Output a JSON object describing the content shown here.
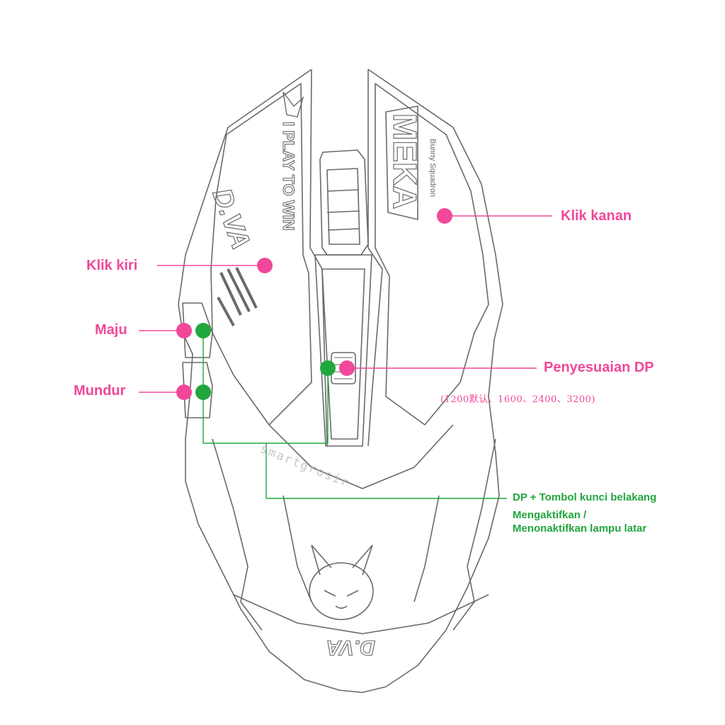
{
  "colors": {
    "pink": "#f1489a",
    "green": "#22a63e",
    "outline": "#6a6a6a"
  },
  "labels": {
    "right_click": "Klik kanan",
    "left_click": "Klik kiri",
    "forward": "Maju",
    "back": "Mundur",
    "dpi_adjust": "Penyesuaian DP",
    "dpi_values": "(1200默认、1600、2400、3200)",
    "backlight_combo": "DP + Tombol kunci belakang",
    "backlight_toggle_line1": "Mengaktifkan /",
    "backlight_toggle_line2": "Menonaktifkan lampu latar"
  },
  "mouse_print": {
    "slogan": "I PLAY TO WIN",
    "brand": "MEKA",
    "brand_sub": "Bunny Squadron",
    "logo": "D.VA"
  },
  "watermark": "smartgrosir",
  "icons": {
    "bunny": "bunny-icon"
  }
}
